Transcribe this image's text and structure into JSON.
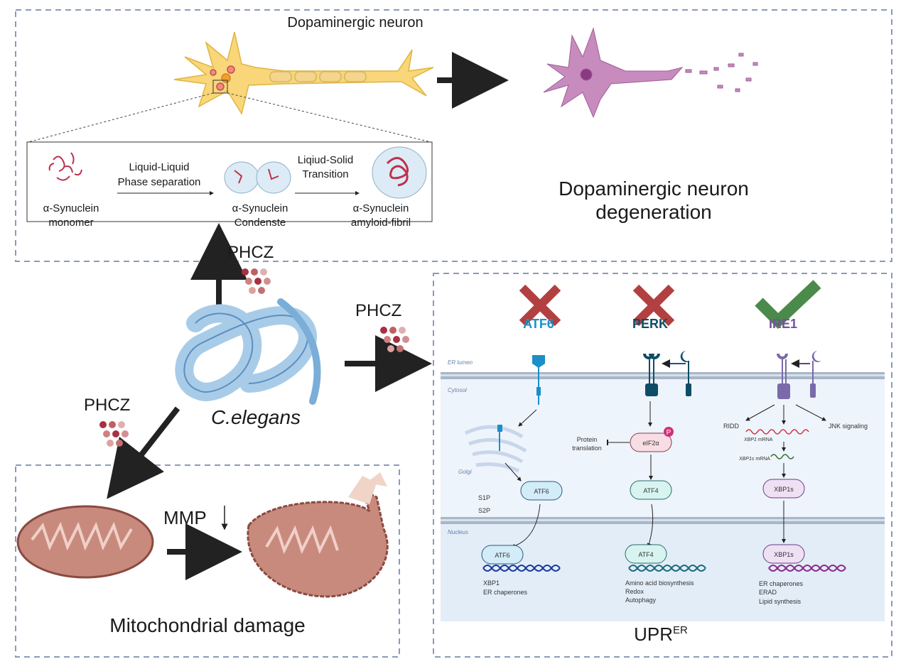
{
  "top_panel": {
    "title": "Dopaminergic neuron",
    "degeneration_line1": "Dopaminergic neuron",
    "degeneration_line2": "degeneration",
    "inset": {
      "monomer_line1": "α-Synuclein",
      "monomer_line2": "monomer",
      "llps_line1": "Liquid-Liquid",
      "llps_line2": "Phase separation",
      "condensate_line1": "α-Synuclein",
      "condensate_line2": "Condenste",
      "lst_line1": "Liqiud-Solid",
      "lst_line2": "Transition",
      "fibril_line1": "α-Synuclein",
      "fibril_line2": "amyloid-fibril"
    }
  },
  "center": {
    "phcz_up": "PHCZ",
    "phcz_right": "PHCZ",
    "phcz_down": "PHCZ",
    "organism": "C.elegans"
  },
  "mito_panel": {
    "mmp": "MMP",
    "title": "Mitochondrial damage"
  },
  "upr_panel": {
    "title": "UPR",
    "title_sup": "ER",
    "compartments": {
      "er_lumen": "ER lumen",
      "cytosol": "Cytosol",
      "golgi": "Golgi",
      "nucleus": "Nucleus"
    },
    "branches": [
      {
        "name": "ATF6",
        "status": "blocked",
        "color": "#1a8fc8"
      },
      {
        "name": "PERK",
        "status": "blocked",
        "color": "#0e4d66"
      },
      {
        "name": "IRE1",
        "status": "active",
        "color": "#7a4fa0"
      }
    ],
    "atf6": {
      "proteases_1": "S1P",
      "proteases_2": "S2P",
      "cyto": "ATF6",
      "nuc": "ATF6",
      "targets": [
        "XBP1",
        "ER chaperones"
      ]
    },
    "perk": {
      "protein_1": "Protein",
      "protein_2": "translation",
      "eif": "eIF2α",
      "phospho": "P",
      "cyto": "ATF4",
      "nuc": "ATF4",
      "targets": [
        "Amino acid biosynthesis",
        "Redox",
        "Autophagy"
      ]
    },
    "ire1": {
      "ridd": "RIDD",
      "jnk": "JNK signaling",
      "xbp1_mrna": "XBP1",
      "xbp1s_mrna": "XBP1s",
      "mrna": "mRNA",
      "cyto": "XBP1s",
      "nuc": "XBP1s",
      "targets": [
        "ER chaperones",
        "ERAD",
        "Lipid synthesis"
      ]
    },
    "colors": {
      "cross": "#b24040",
      "check": "#4a8a4a"
    }
  }
}
